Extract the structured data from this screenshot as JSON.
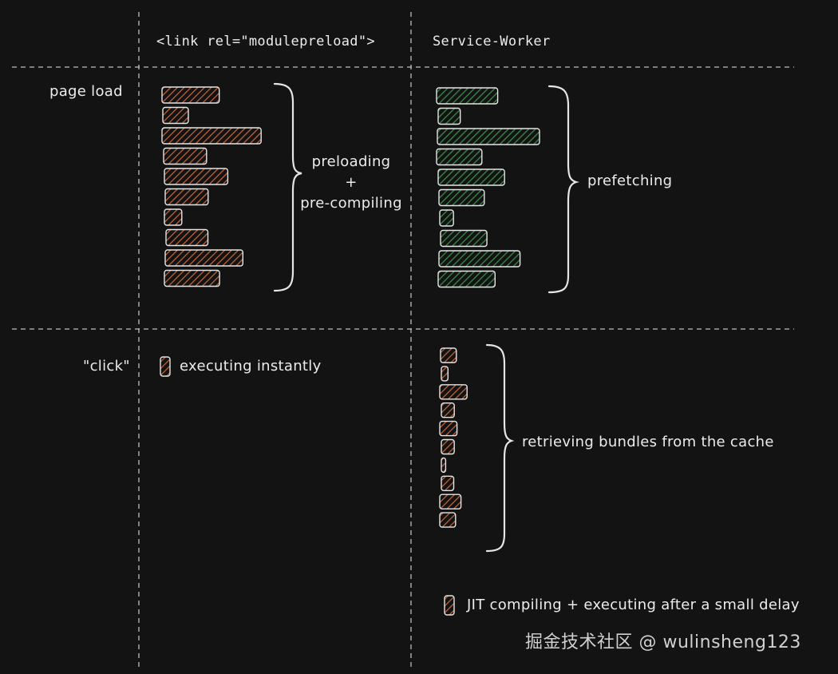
{
  "columns": {
    "preload": "<link rel=\"modulepreload\">",
    "service_worker": "Service-Worker"
  },
  "rows": {
    "page_load": "page load",
    "click": "\"click\""
  },
  "annotations": {
    "preloading": "preloading",
    "plus": "+",
    "precompiling": "pre-compiling",
    "prefetching": "prefetching",
    "executing_instantly": "executing instantly",
    "retrieving": "retrieving bundles from the cache",
    "jit": "JIT compiling + executing after a small delay"
  },
  "watermark": "掘金技术社区 @ wulinsheng123",
  "colors": {
    "background": "#131313",
    "grid": "#bdbdbd",
    "outline": "#e6e6e6",
    "orange_hatch": "#c8683a",
    "green_hatch": "#3c8a4a",
    "text": "#ececec"
  },
  "bar_groups": {
    "preload_page_load": {
      "color": "orange",
      "lengths": [
        0.56,
        0.25,
        0.97,
        0.42,
        0.62,
        0.42,
        0.17,
        0.41,
        0.76,
        0.54
      ]
    },
    "sw_page_load": {
      "color": "green",
      "lengths": [
        0.58,
        0.21,
        0.97,
        0.43,
        0.63,
        0.43,
        0.13,
        0.44,
        0.77,
        0.54
      ]
    },
    "sw_click": {
      "color": "orange",
      "lengths": [
        0.55,
        0.23,
        0.95,
        0.45,
        0.6,
        0.45,
        0.15,
        0.43,
        0.74,
        0.55
      ]
    },
    "preload_click": {
      "color": "orange",
      "lengths": [
        1
      ]
    },
    "jit_legend": {
      "color": "orange",
      "lengths": [
        1
      ]
    }
  }
}
